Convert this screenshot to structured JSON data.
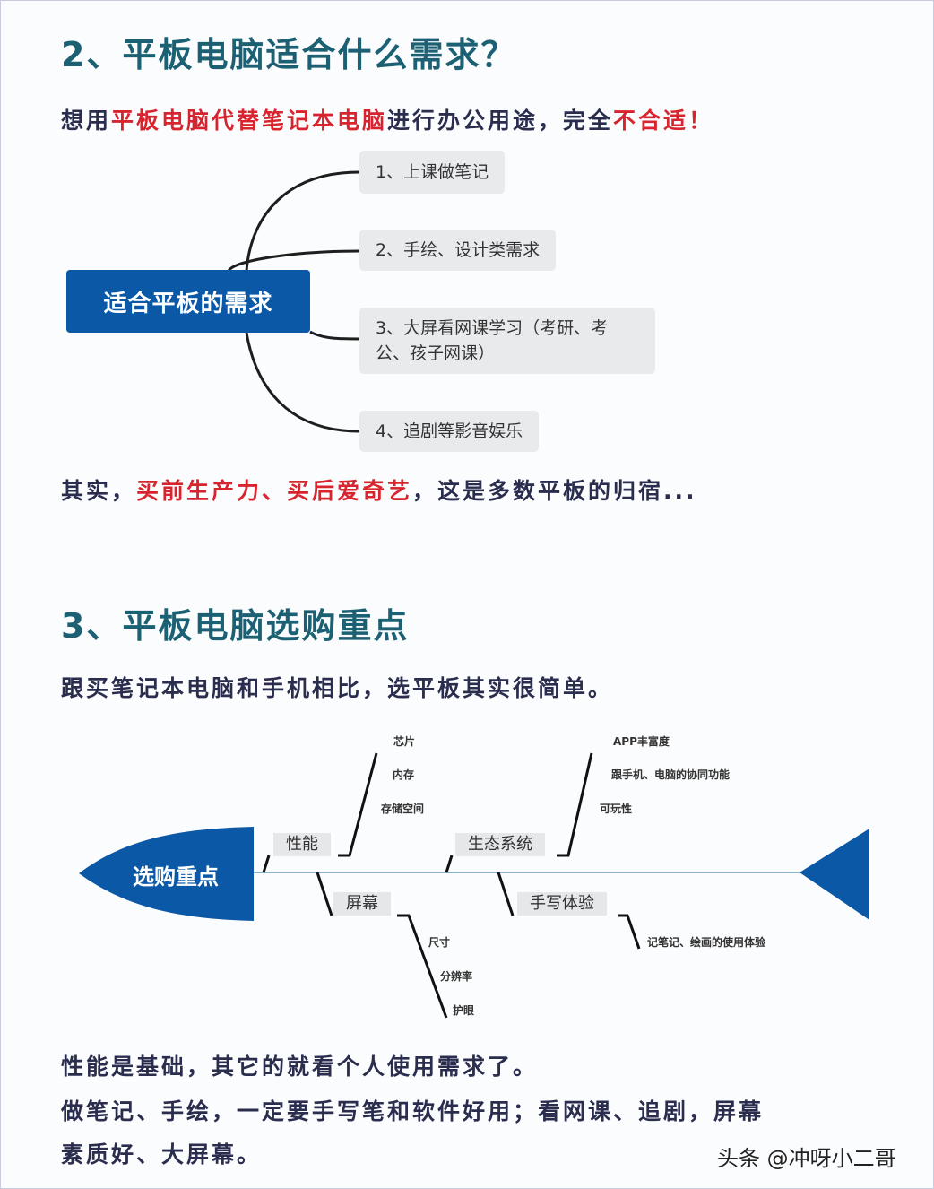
{
  "section2": {
    "heading": "2、平板电脑适合什么需求？",
    "intro": {
      "p1": "想用",
      "p2_red": "平板电脑代替笔记本电脑",
      "p3": "进行办公用途，完全",
      "p4_red": "不合适",
      "p5": "！"
    },
    "mindmap": {
      "root": "适合平板的需求",
      "nodes": [
        {
          "label": "1、上课做笔记"
        },
        {
          "label": "2、手绘、设计类需求"
        },
        {
          "label_line1": "3、大屏看网课学习（考研、考",
          "label_line2": "公、孩子网课）"
        },
        {
          "label": "4、追剧等影音娱乐"
        }
      ]
    },
    "summary": {
      "p1": "其实，",
      "p2_red": "买前生产力、买后爱奇艺",
      "p3": "，这是多数平板的归宿..."
    }
  },
  "section3": {
    "heading": "3、平板电脑选购重点",
    "intro": "跟买笔记本电脑和手机相比，选平板其实很简单。",
    "fishbone": {
      "head": "选购重点",
      "branches": [
        {
          "label": "性能",
          "items": [
            "芯片",
            "内存",
            "存储空间"
          ]
        },
        {
          "label": "生态系统",
          "items": [
            "APP丰富度",
            "跟手机、电脑的协同功能",
            "可玩性"
          ]
        },
        {
          "label": "屏幕",
          "items": [
            "尺寸",
            "分辨率",
            "护眼"
          ]
        },
        {
          "label": "手写体验",
          "items": [
            "记笔记、绘画的使用体验"
          ]
        }
      ]
    },
    "conclusion": {
      "line1": "性能是基础，其它的就看个人使用需求了。",
      "line2": "做笔记、手绘，一定要手写笔和软件好用；看网课、追剧，屏幕",
      "line3": "素质好、大屏幕。"
    }
  },
  "watermark": "头条 @冲呀小二哥",
  "colors": {
    "heading": "#1c6173",
    "accent_red": "#d8242e",
    "brand_blue": "#0a58a6",
    "node_gray": "#e9eaec"
  }
}
